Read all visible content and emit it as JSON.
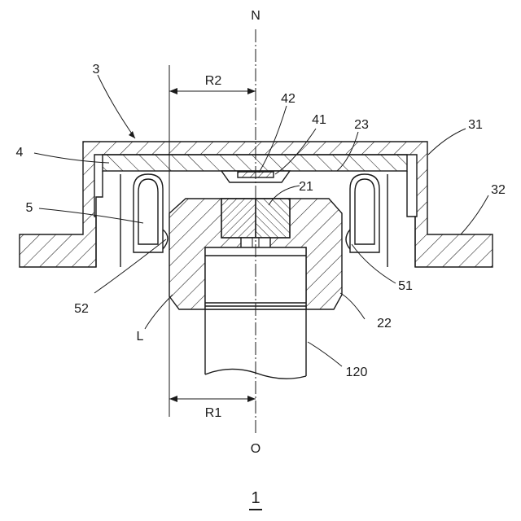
{
  "labels": {
    "N": "N",
    "O": "O",
    "R1": "R1",
    "R2": "R2",
    "ref_3": "3",
    "ref_4": "4",
    "ref_5": "5",
    "ref_21": "21",
    "ref_22": "22",
    "ref_23": "23",
    "ref_31": "31",
    "ref_32": "32",
    "ref_41": "41",
    "ref_42": "42",
    "ref_51": "51",
    "ref_52": "52",
    "ref_L": "L",
    "ref_120": "120"
  },
  "figure_number": "1"
}
